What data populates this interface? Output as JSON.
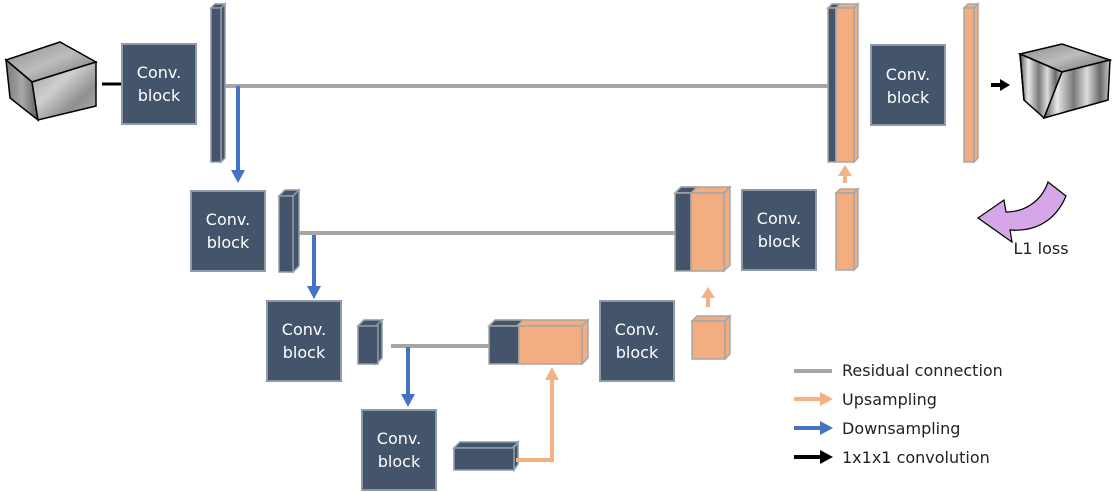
{
  "colors": {
    "block_fill": "#44546a",
    "block_stroke": "#8e9aa8",
    "up_fill": "#f2ad80",
    "residual": "#a6a6a6",
    "downsampling": "#4472c4",
    "upsampling": "#f4b183",
    "conv1x1": "#000000",
    "loss_arrow": "#d5a6e8"
  },
  "conv_block": {
    "line1": "Conv.",
    "line2": "block"
  },
  "loss_label": "L1 loss",
  "legend": [
    {
      "key": "residual",
      "label": "Residual connection",
      "style": "line"
    },
    {
      "key": "upsampling",
      "label": "Upsampling",
      "style": "arrow"
    },
    {
      "key": "downsampling",
      "label": "Downsampling",
      "style": "arrow"
    },
    {
      "key": "conv1x1",
      "label": "1x1x1 convolution",
      "style": "arrow"
    }
  ],
  "levels": [
    {
      "name": "level-1",
      "encoder_block": "Conv. block",
      "decoder_block": "Conv. block"
    },
    {
      "name": "level-2",
      "encoder_block": "Conv. block",
      "decoder_block": "Conv. block"
    },
    {
      "name": "level-3",
      "encoder_block": "Conv. block",
      "decoder_block": "Conv. block"
    },
    {
      "name": "bottleneck",
      "encoder_block": "Conv. block"
    }
  ]
}
